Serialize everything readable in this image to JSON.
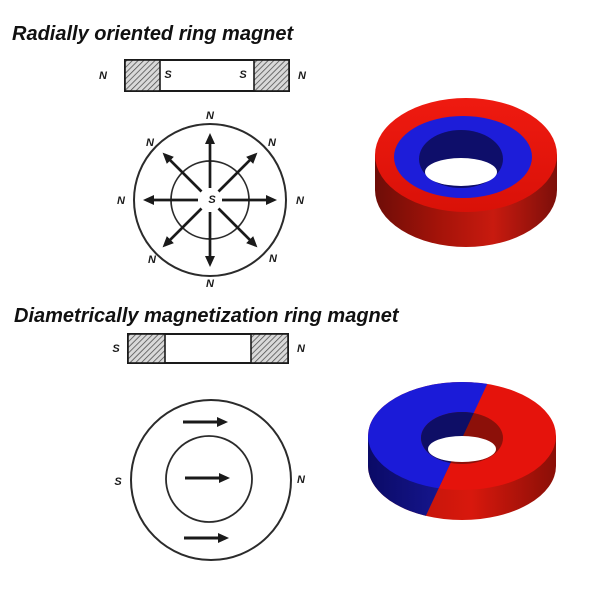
{
  "page": {
    "background": "#ffffff"
  },
  "colors": {
    "north_pole_red": "#e5130c",
    "south_pole_blue": "#1b1bd8",
    "red_side_shade": "#8f120c",
    "blue_side_shade": "#15159e",
    "inner_wall_navy": "#0e0e6a",
    "line_ink": "#1a1a1a",
    "hatch_fill": "#d9d9d9"
  },
  "sections": [
    {
      "title": "Radially oriented ring magnet",
      "cross_section": {
        "outer_left": "N",
        "inner_left": "S",
        "inner_right": "S",
        "outer_right": "N"
      },
      "field_diagram": {
        "center": "S",
        "poles": {
          "top": "N",
          "top_right": "N",
          "right": "N",
          "bottom_right": "N",
          "bottom": "N",
          "bottom_left": "N",
          "left": "N",
          "top_left": "N"
        }
      }
    },
    {
      "title": "Diametrically magnetization ring magnet",
      "cross_section": {
        "left": "S",
        "right": "N"
      },
      "field_diagram": {
        "left": "S",
        "right": "N"
      }
    }
  ]
}
